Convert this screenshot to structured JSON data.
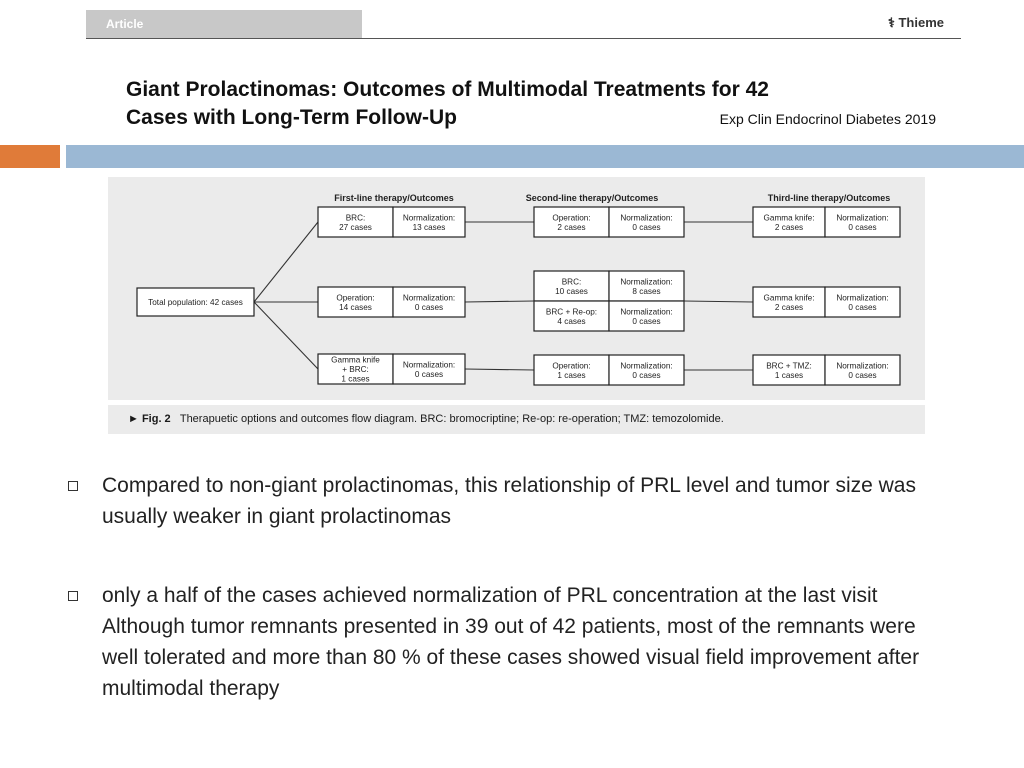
{
  "header": {
    "tag": "Article",
    "publisher": "Thieme",
    "title_line1": "Giant Prolactinomas: Outcomes of Multimodal Treatments for 42",
    "title_line2": "Cases with Long-Term Follow-Up",
    "journal": "Exp Clin Endocrinol Diabetes 2019"
  },
  "figure": {
    "col_headers": [
      "First-line therapy/Outcomes",
      "Second-line therapy/Outcomes",
      "Third-line therapy/Outcomes"
    ],
    "root": "Total population: 42 cases",
    "boxes": [
      {
        "id": "b1a",
        "lines": [
          "BRC:",
          "27 cases"
        ]
      },
      {
        "id": "b1b",
        "lines": [
          "Normalization:",
          "13 cases"
        ]
      },
      {
        "id": "b2a",
        "lines": [
          "Operation:",
          "14 cases"
        ]
      },
      {
        "id": "b2b",
        "lines": [
          "Normalization:",
          "0 cases"
        ]
      },
      {
        "id": "b3a",
        "lines": [
          "Gamma knife",
          "+ BRC:",
          "1 cases"
        ]
      },
      {
        "id": "b3b",
        "lines": [
          "Normalization:",
          "0 cases"
        ]
      },
      {
        "id": "s1a",
        "lines": [
          "Operation:",
          "2 cases"
        ]
      },
      {
        "id": "s1b",
        "lines": [
          "Normalization:",
          "0 cases"
        ]
      },
      {
        "id": "s2a",
        "lines": [
          "BRC:",
          "10 cases"
        ]
      },
      {
        "id": "s2b",
        "lines": [
          "Normalization:",
          "8 cases"
        ]
      },
      {
        "id": "s3a",
        "lines": [
          "BRC + Re-op:",
          "4 cases"
        ]
      },
      {
        "id": "s3b",
        "lines": [
          "Normalization:",
          "0 cases"
        ]
      },
      {
        "id": "s4a",
        "lines": [
          "Operation:",
          "1 cases"
        ]
      },
      {
        "id": "s4b",
        "lines": [
          "Normalization:",
          "0 cases"
        ]
      },
      {
        "id": "t1a",
        "lines": [
          "Gamma knife:",
          "2 cases"
        ]
      },
      {
        "id": "t1b",
        "lines": [
          "Normalization:",
          "0 cases"
        ]
      },
      {
        "id": "t2a",
        "lines": [
          "Gamma knife:",
          "2 cases"
        ]
      },
      {
        "id": "t2b",
        "lines": [
          "Normalization:",
          "0 cases"
        ]
      },
      {
        "id": "t3a",
        "lines": [
          "BRC + TMZ:",
          "1 cases"
        ]
      },
      {
        "id": "t3b",
        "lines": [
          "Normalization:",
          "0 cases"
        ]
      }
    ],
    "caption_label": "► Fig. 2",
    "caption_text": "Therapuetic options and outcomes flow diagram. BRC: bromocriptine; Re-op: re-operation; TMZ: temozolomide."
  },
  "bullets": [
    "Compared to non-giant prolactinomas, this relationship of PRL level and tumor size was usually weaker in giant prolactinomas",
    "only a half of the cases achieved normalization of PRL concentration at the last visit Although tumor remnants presented in 39 out of 42 patients, most of the remnants were well tolerated and more than 80 % of these cases showed visual field improvement after multimodal therapy"
  ]
}
